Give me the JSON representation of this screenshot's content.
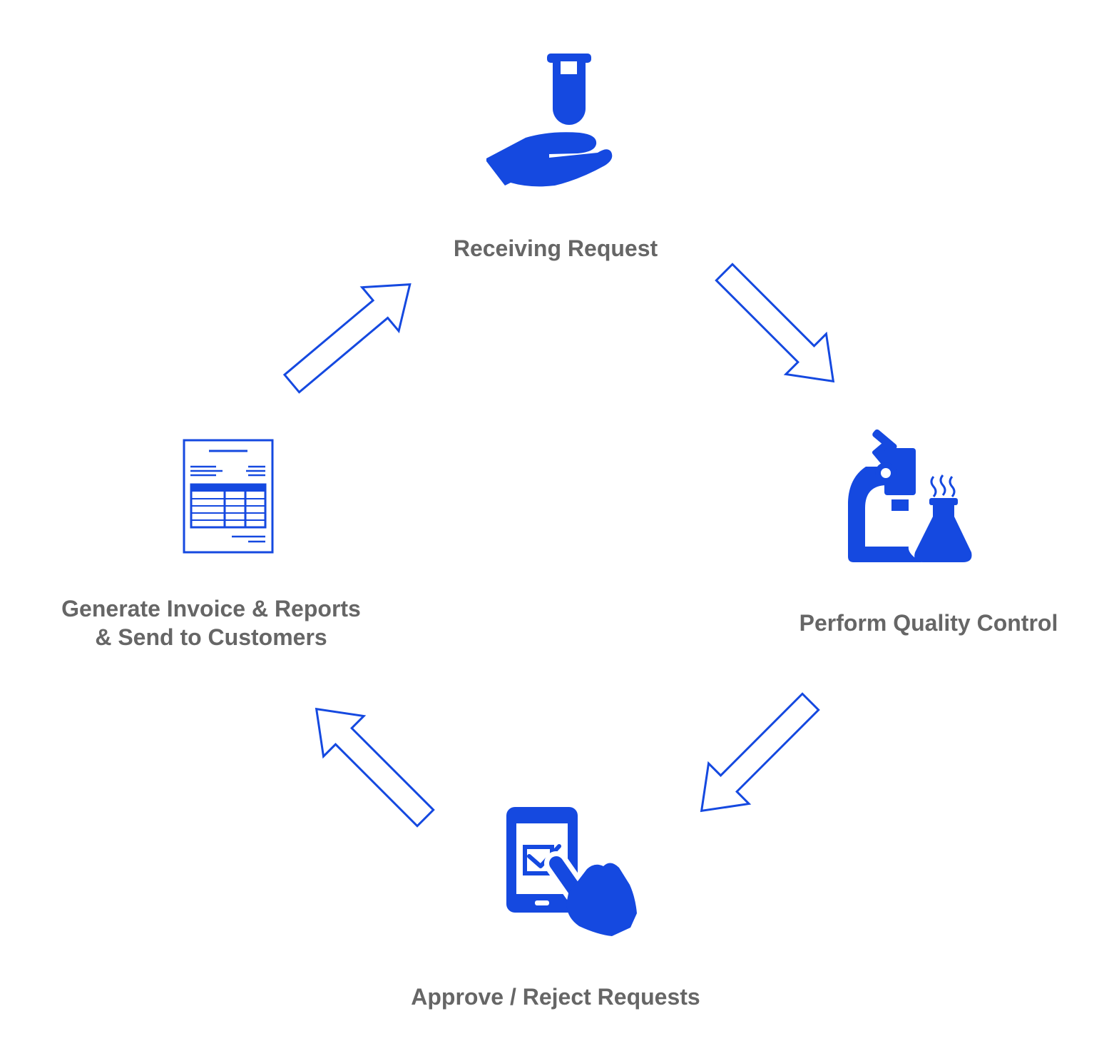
{
  "colors": {
    "accent": "#1549e0",
    "label_text": "#666666",
    "background": "#ffffff"
  },
  "steps": [
    {
      "id": "receiving",
      "icon": "hand-test-tube-icon",
      "label": "Receiving Request"
    },
    {
      "id": "quality",
      "icon": "microscope-flask-icon",
      "label": "Perform Quality Control"
    },
    {
      "id": "approve",
      "icon": "tablet-tap-check-icon",
      "label": "Approve / Reject Requests"
    },
    {
      "id": "invoice",
      "icon": "invoice-document-icon",
      "label_lines": [
        "Generate Invoice & Reports",
        "& Send to Customers"
      ]
    }
  ],
  "flow": [
    {
      "from": "receiving",
      "to": "quality"
    },
    {
      "from": "quality",
      "to": "approve"
    },
    {
      "from": "approve",
      "to": "invoice"
    },
    {
      "from": "invoice",
      "to": "receiving"
    }
  ]
}
